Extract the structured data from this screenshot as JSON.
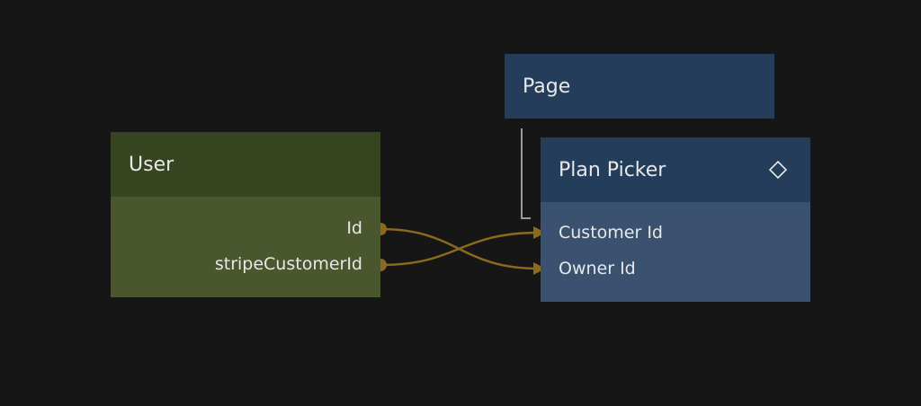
{
  "colors": {
    "background": "#161616",
    "data_node_header": "#364420",
    "data_node_body": "#4a562d",
    "visual_node_header": "#233d5b",
    "visual_node_body": "#3a5270",
    "connection": "#8a6a1f",
    "hierarchy_line": "#9a9a9a",
    "text": "#e8e8e8"
  },
  "nodes": {
    "user": {
      "title": "User",
      "outputs": [
        {
          "label": "Id"
        },
        {
          "label": "stripeCustomerId"
        }
      ]
    },
    "page": {
      "title": "Page"
    },
    "plan_picker": {
      "title": "Plan Picker",
      "icon": "component-diamond-icon",
      "inputs": [
        {
          "label": "Customer Id"
        },
        {
          "label": "Owner Id"
        }
      ]
    }
  },
  "connections": [
    {
      "from": "User.Id",
      "to": "Plan Picker.Owner Id"
    },
    {
      "from": "User.stripeCustomerId",
      "to": "Plan Picker.Customer Id"
    }
  ]
}
